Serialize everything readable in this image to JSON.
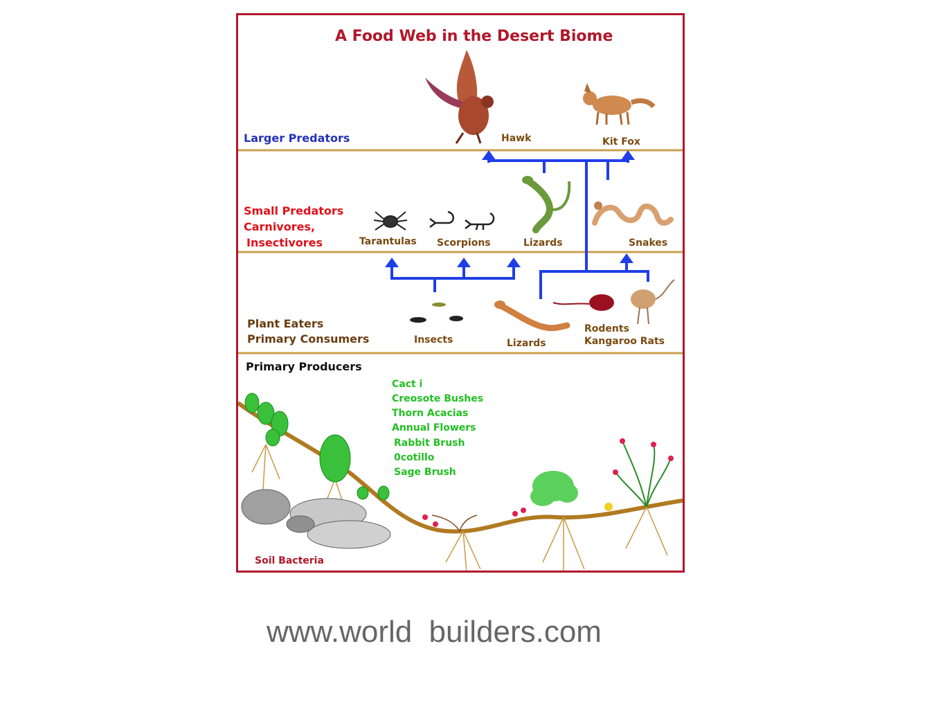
{
  "title": "A Food Web in the Desert Biome",
  "levels": {
    "larger_predators": "Larger  Predators",
    "small_predators": [
      "Small Predators",
      "Carnivores,",
      "Insectivores"
    ],
    "plant_eaters": [
      "Plant Eaters",
      "Primary Consumers"
    ],
    "primary_producers": "Primary Producers"
  },
  "animals": {
    "hawk": "Hawk",
    "kit_fox": "Kit Fox",
    "tarantulas": "Tarantulas",
    "scorpions": "Scorpions",
    "lizards_top": "Lizards",
    "snakes": "Snakes",
    "insects": "Insects",
    "lizards_bottom": "Lizards",
    "rodents": [
      "Rodents",
      "Kangaroo  Rats"
    ]
  },
  "producers": [
    "Cact i",
    "Creosote Bushes",
    "Thorn Acacias",
    "Annual Flowers",
    "Rabbit Brush",
    "0cotillo",
    "Sage Brush"
  ],
  "soil_bacteria": "Soil Bacteria",
  "footer": [
    "www.world",
    "builders.com"
  ],
  "colors": {
    "frame": "#b0182a",
    "divider": "#c8a050",
    "arrow": "#1f3ee8",
    "producer_text": "#22c022"
  }
}
